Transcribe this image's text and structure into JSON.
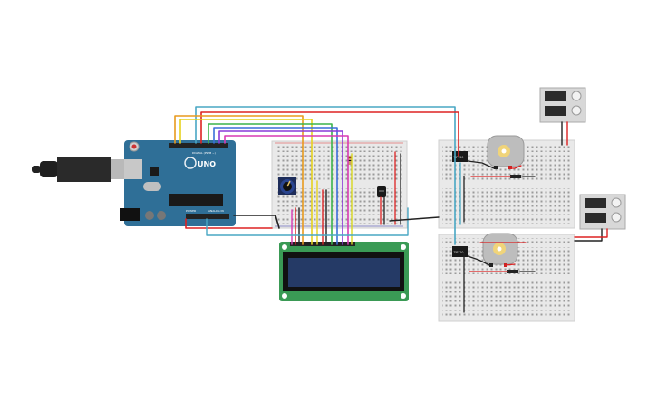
{
  "arduino": {
    "brand_text": "UNO",
    "digital_header_text": "DIGITAL (PWM ~)",
    "power_header_text": "POWER",
    "analog_header_text": "ANALOG IN"
  },
  "transistor_top": {
    "label": "TIP120"
  },
  "transistor_bottom": {
    "label": "TIP120"
  },
  "colors": {
    "arduino_board": "#2f6f97",
    "breadboard": "#e9e9e9",
    "lcd_pcb": "#3a9a55",
    "lcd_screen": "#253a66",
    "power_supply": "#d8d8d8",
    "wire_red": "#d22",
    "wire_black": "#222",
    "wire_teal": "#49a7c4"
  }
}
